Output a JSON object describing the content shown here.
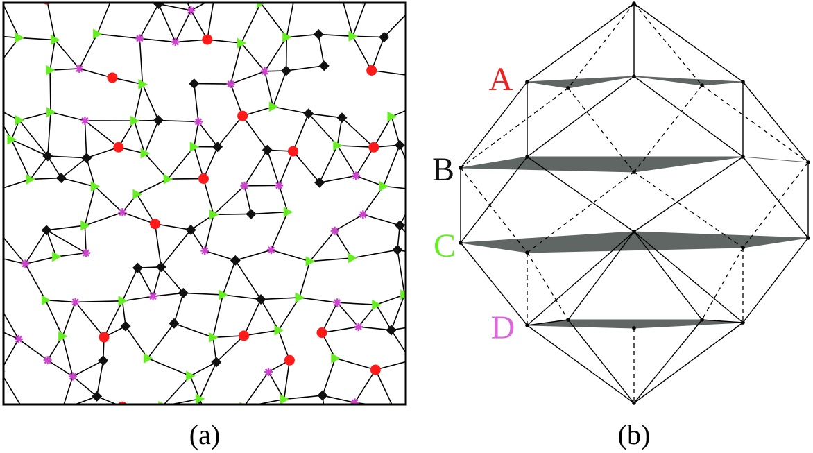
{
  "panel_a": {
    "caption": "(a)",
    "marker_types": [
      {
        "layer": "A",
        "shape": "circle",
        "color": "#ff1a1a"
      },
      {
        "layer": "B",
        "shape": "diamond",
        "color": "#111111"
      },
      {
        "layer": "C",
        "shape": "triangle",
        "color": "#66ee22"
      },
      {
        "layer": "D",
        "shape": "asterisk",
        "color": "#cc44cc"
      }
    ],
    "edge_color": "#000000"
  },
  "panel_b": {
    "caption": "(b)",
    "layer_labels": [
      {
        "text": "A",
        "color": "#ee2222"
      },
      {
        "text": "B",
        "color": "#111111"
      },
      {
        "text": "C",
        "color": "#66ee22"
      },
      {
        "text": "D",
        "color": "#dd66dd"
      }
    ],
    "slab_color": "#5f6663"
  }
}
